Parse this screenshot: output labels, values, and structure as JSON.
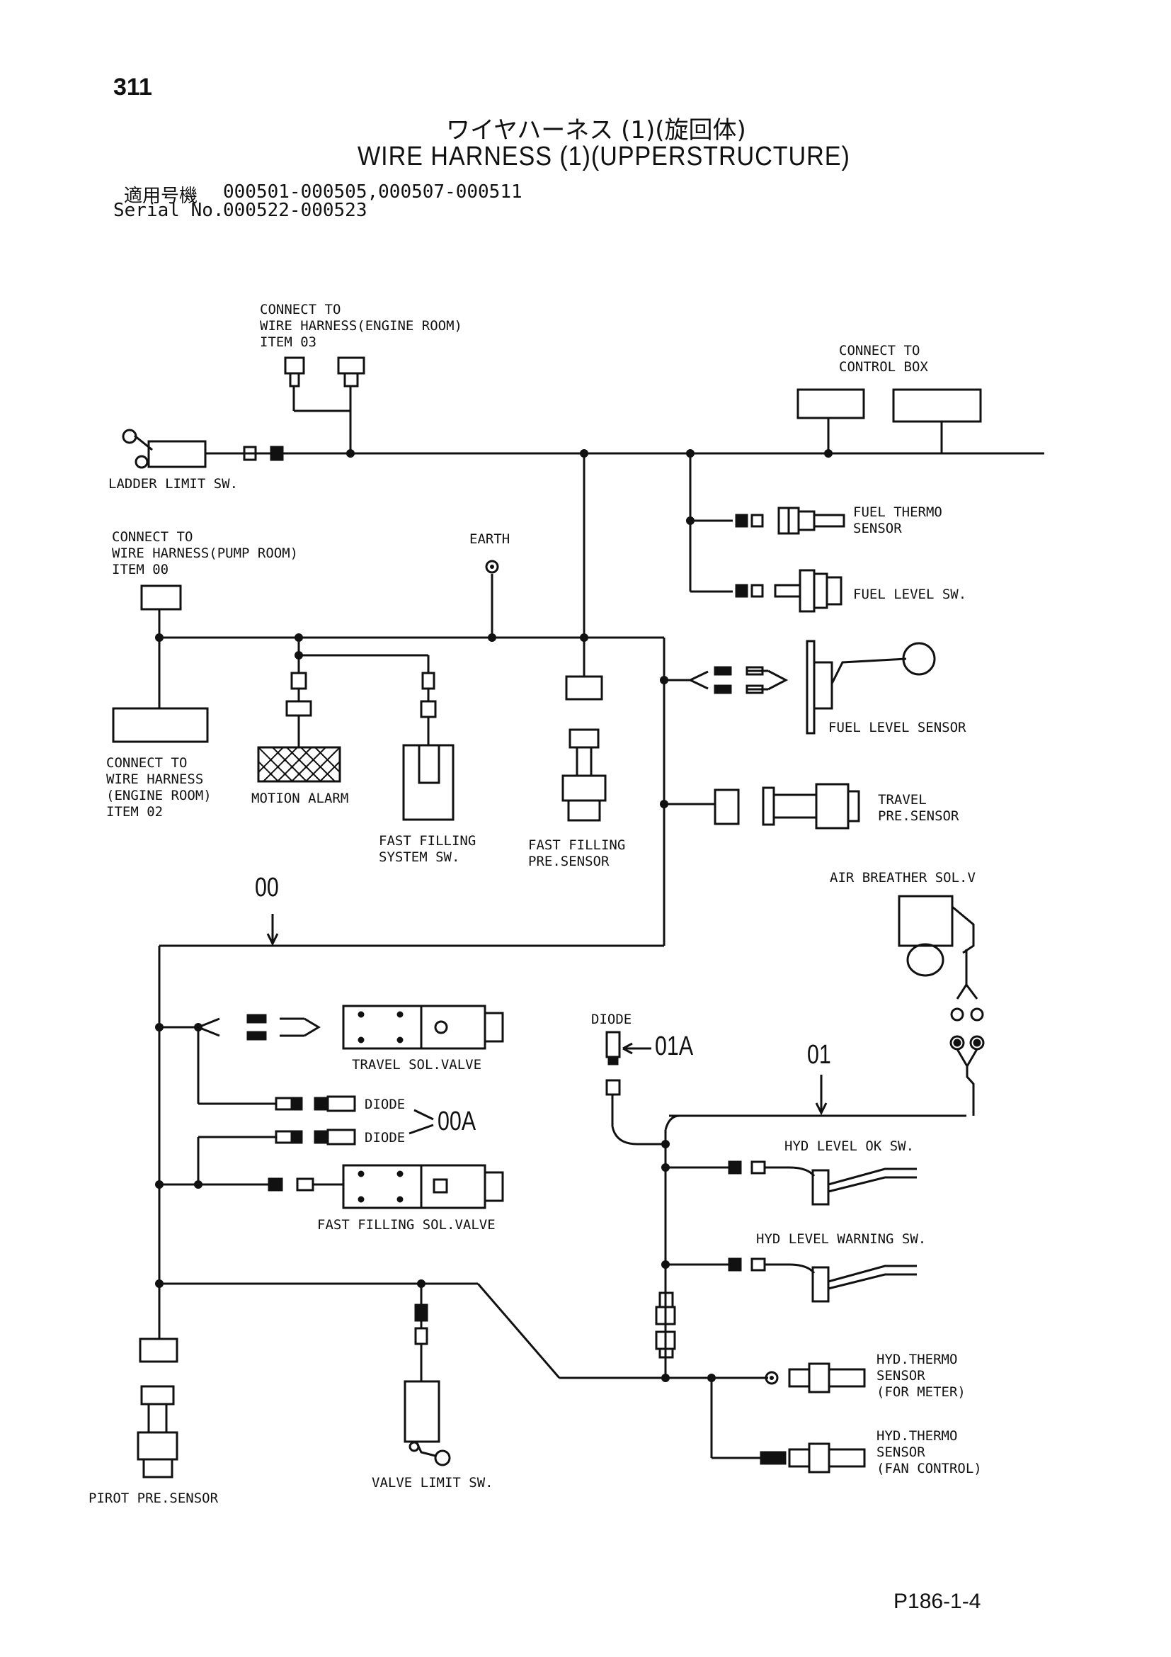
{
  "header": {
    "page_number": "311",
    "title_jp": "ワイヤハーネス (1)(旋回体)",
    "title_en": "WIRE HARNESS (1)(UPPERSTRUCTURE)",
    "serial_label_jp": "適用号機",
    "serial_label_en": "Serial No.",
    "serial_values_1": "000501-000505,000507-000511",
    "serial_values_2": "000522-000523"
  },
  "labels": {
    "connect_engine_room_03": "CONNECT TO\nWIRE HARNESS(ENGINE ROOM)\nITEM 03",
    "connect_control_box": "CONNECT TO\nCONTROL BOX",
    "ladder_limit_sw": "LADDER LIMIT SW.",
    "fuel_thermo_sensor": "FUEL THERMO\nSENSOR",
    "fuel_level_sw": "FUEL LEVEL SW.",
    "connect_pump_room_00": "CONNECT TO\nWIRE HARNESS(PUMP ROOM)\nITEM 00",
    "earth": "EARTH",
    "fuel_level_sensor": "FUEL LEVEL SENSOR",
    "connect_engine_room_02": "CONNECT TO\nWIRE HARNESS\n(ENGINE ROOM)\nITEM 02",
    "motion_alarm": "MOTION ALARM",
    "fast_filling_system_sw": "FAST FILLING\nSYSTEM SW.",
    "fast_filling_pre_sensor": "FAST FILLING\nPRE.SENSOR",
    "travel_pre_sensor": "TRAVEL\nPRE.SENSOR",
    "air_breather_sol_v": "AIR BREATHER SOL.V",
    "travel_sol_valve": "TRAVEL SOL.VALVE",
    "diode_1": "DIODE",
    "diode_2": "DIODE",
    "diode_3": "DIODE",
    "fast_filling_sol_valve": "FAST FILLING SOL.VALVE",
    "hyd_level_ok_sw": "HYD LEVEL OK SW.",
    "hyd_level_warning_sw": "HYD LEVEL WARNING SW.",
    "hyd_thermo_meter": "HYD.THERMO\nSENSOR\n(FOR METER)",
    "hyd_thermo_fan": "HYD.THERMO\nSENSOR\n(FAN CONTROL)",
    "pirot_pre_sensor": "PIROT PRE.SENSOR",
    "valve_limit_sw": "VALVE LIMIT SW."
  },
  "callouts": {
    "c00": "00",
    "c00a": "00A",
    "c01": "01",
    "c01a": "01A"
  },
  "footer": {
    "page_ref": "P186-1-4"
  }
}
